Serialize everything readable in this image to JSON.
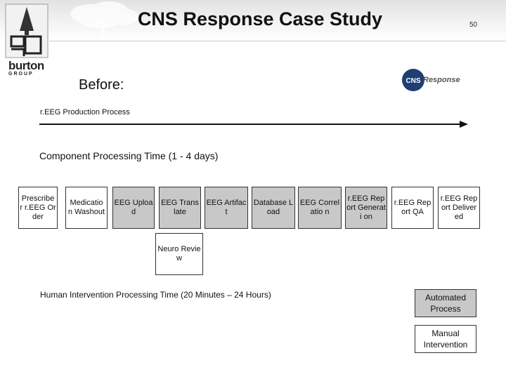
{
  "header": {
    "title": "CNS Response Case Study",
    "slide_number": "50"
  },
  "logos": {
    "burton_line1": "burton",
    "burton_line2": "GROUP",
    "cns_word": "Response",
    "cns_initials": "CNS"
  },
  "before_label": "Before:",
  "process_label": "r.EEG Production Process",
  "component_label": "Component Processing Time  (1 - 4 days)",
  "steps": [
    {
      "label": "Prescribe r r.EEG Order",
      "kind": "manual"
    },
    {
      "label": "Medicatio n Washout",
      "kind": "manual"
    },
    {
      "label": "EEG Upload",
      "kind": "automated"
    },
    {
      "label": "EEG Translate",
      "kind": "automated"
    },
    {
      "label": "EEG Artifact",
      "kind": "automated"
    },
    {
      "label": "Database Load",
      "kind": "automated"
    },
    {
      "label": "EEG Correlatio n",
      "kind": "automated"
    },
    {
      "label": "r.EEG Report Generati on",
      "kind": "automated"
    },
    {
      "label": "r.EEG Report QA",
      "kind": "manual"
    },
    {
      "label": "r.EEG Report Delivered",
      "kind": "manual"
    }
  ],
  "neuro_review": "Neuro Review",
  "human_label": "Human Intervention Processing Time (20 Minutes – 24 Hours)",
  "legend": {
    "automated": "Automated Process",
    "manual": "Manual Intervention"
  },
  "colors": {
    "automated": "#c8c8c8",
    "manual": "#ffffff",
    "border": "#333333"
  }
}
